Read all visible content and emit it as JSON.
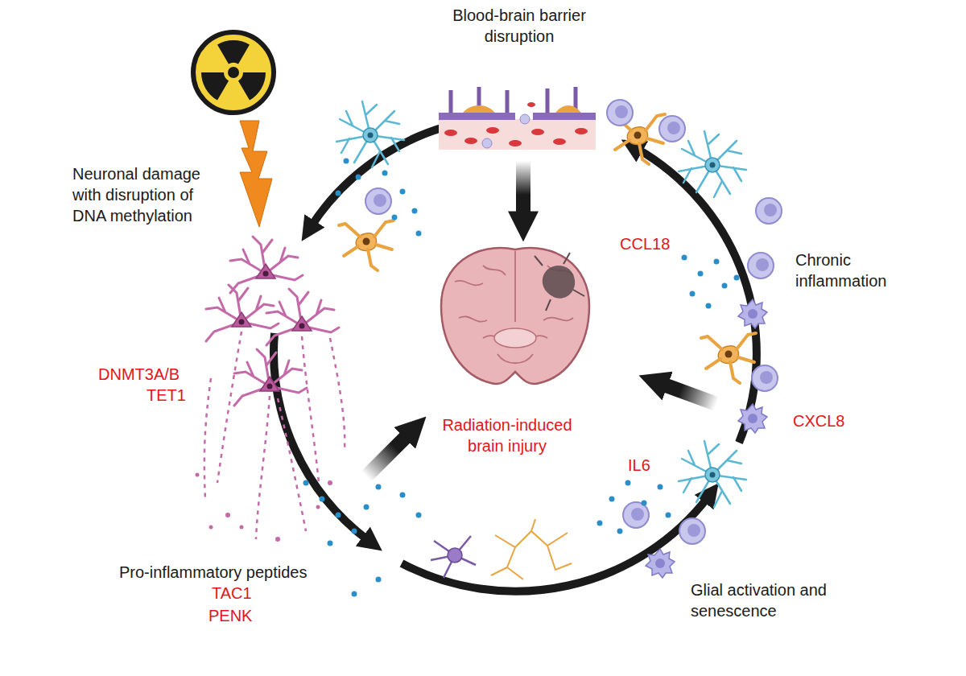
{
  "diagram": {
    "labels": [
      "Blood-brain barrier disruption",
      "Neuronal damage with disruption of DNA methylation",
      "CCL18",
      "Chronic inflammation",
      "DNMT3A/B",
      "TET1",
      "Radiation-induced brain injury",
      "CXCL8",
      "IL6",
      "Pro-inflammatory peptides",
      "TAC1",
      "PENK",
      "Glial activation and senescence"
    ]
  }
}
